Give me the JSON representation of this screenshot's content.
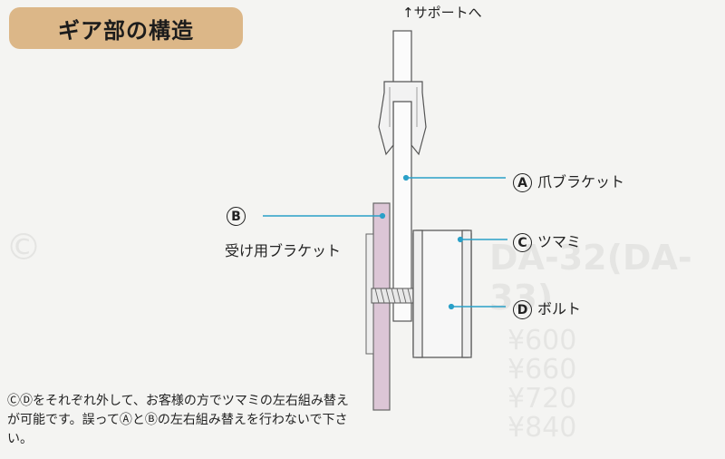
{
  "title": "ギア部の構造",
  "support_label": "↑サポートへ",
  "labels": {
    "a": {
      "letter": "A",
      "text": "爪ブラケット"
    },
    "b": {
      "letter": "B",
      "text": "受け用ブラケット"
    },
    "c": {
      "letter": "C",
      "text": "ツマミ"
    },
    "d": {
      "letter": "D",
      "text": "ボルト"
    }
  },
  "note": "ⒸⒹをそれぞれ外して、お客様の方でツマミの左右組み替えが可能です。誤ってⒶとⒷの左右組み替えを行わないで下さい。",
  "colors": {
    "title_bg": "#dcb788",
    "leader": "#2aa0c8",
    "bracket_b": "#dcc6d6"
  }
}
